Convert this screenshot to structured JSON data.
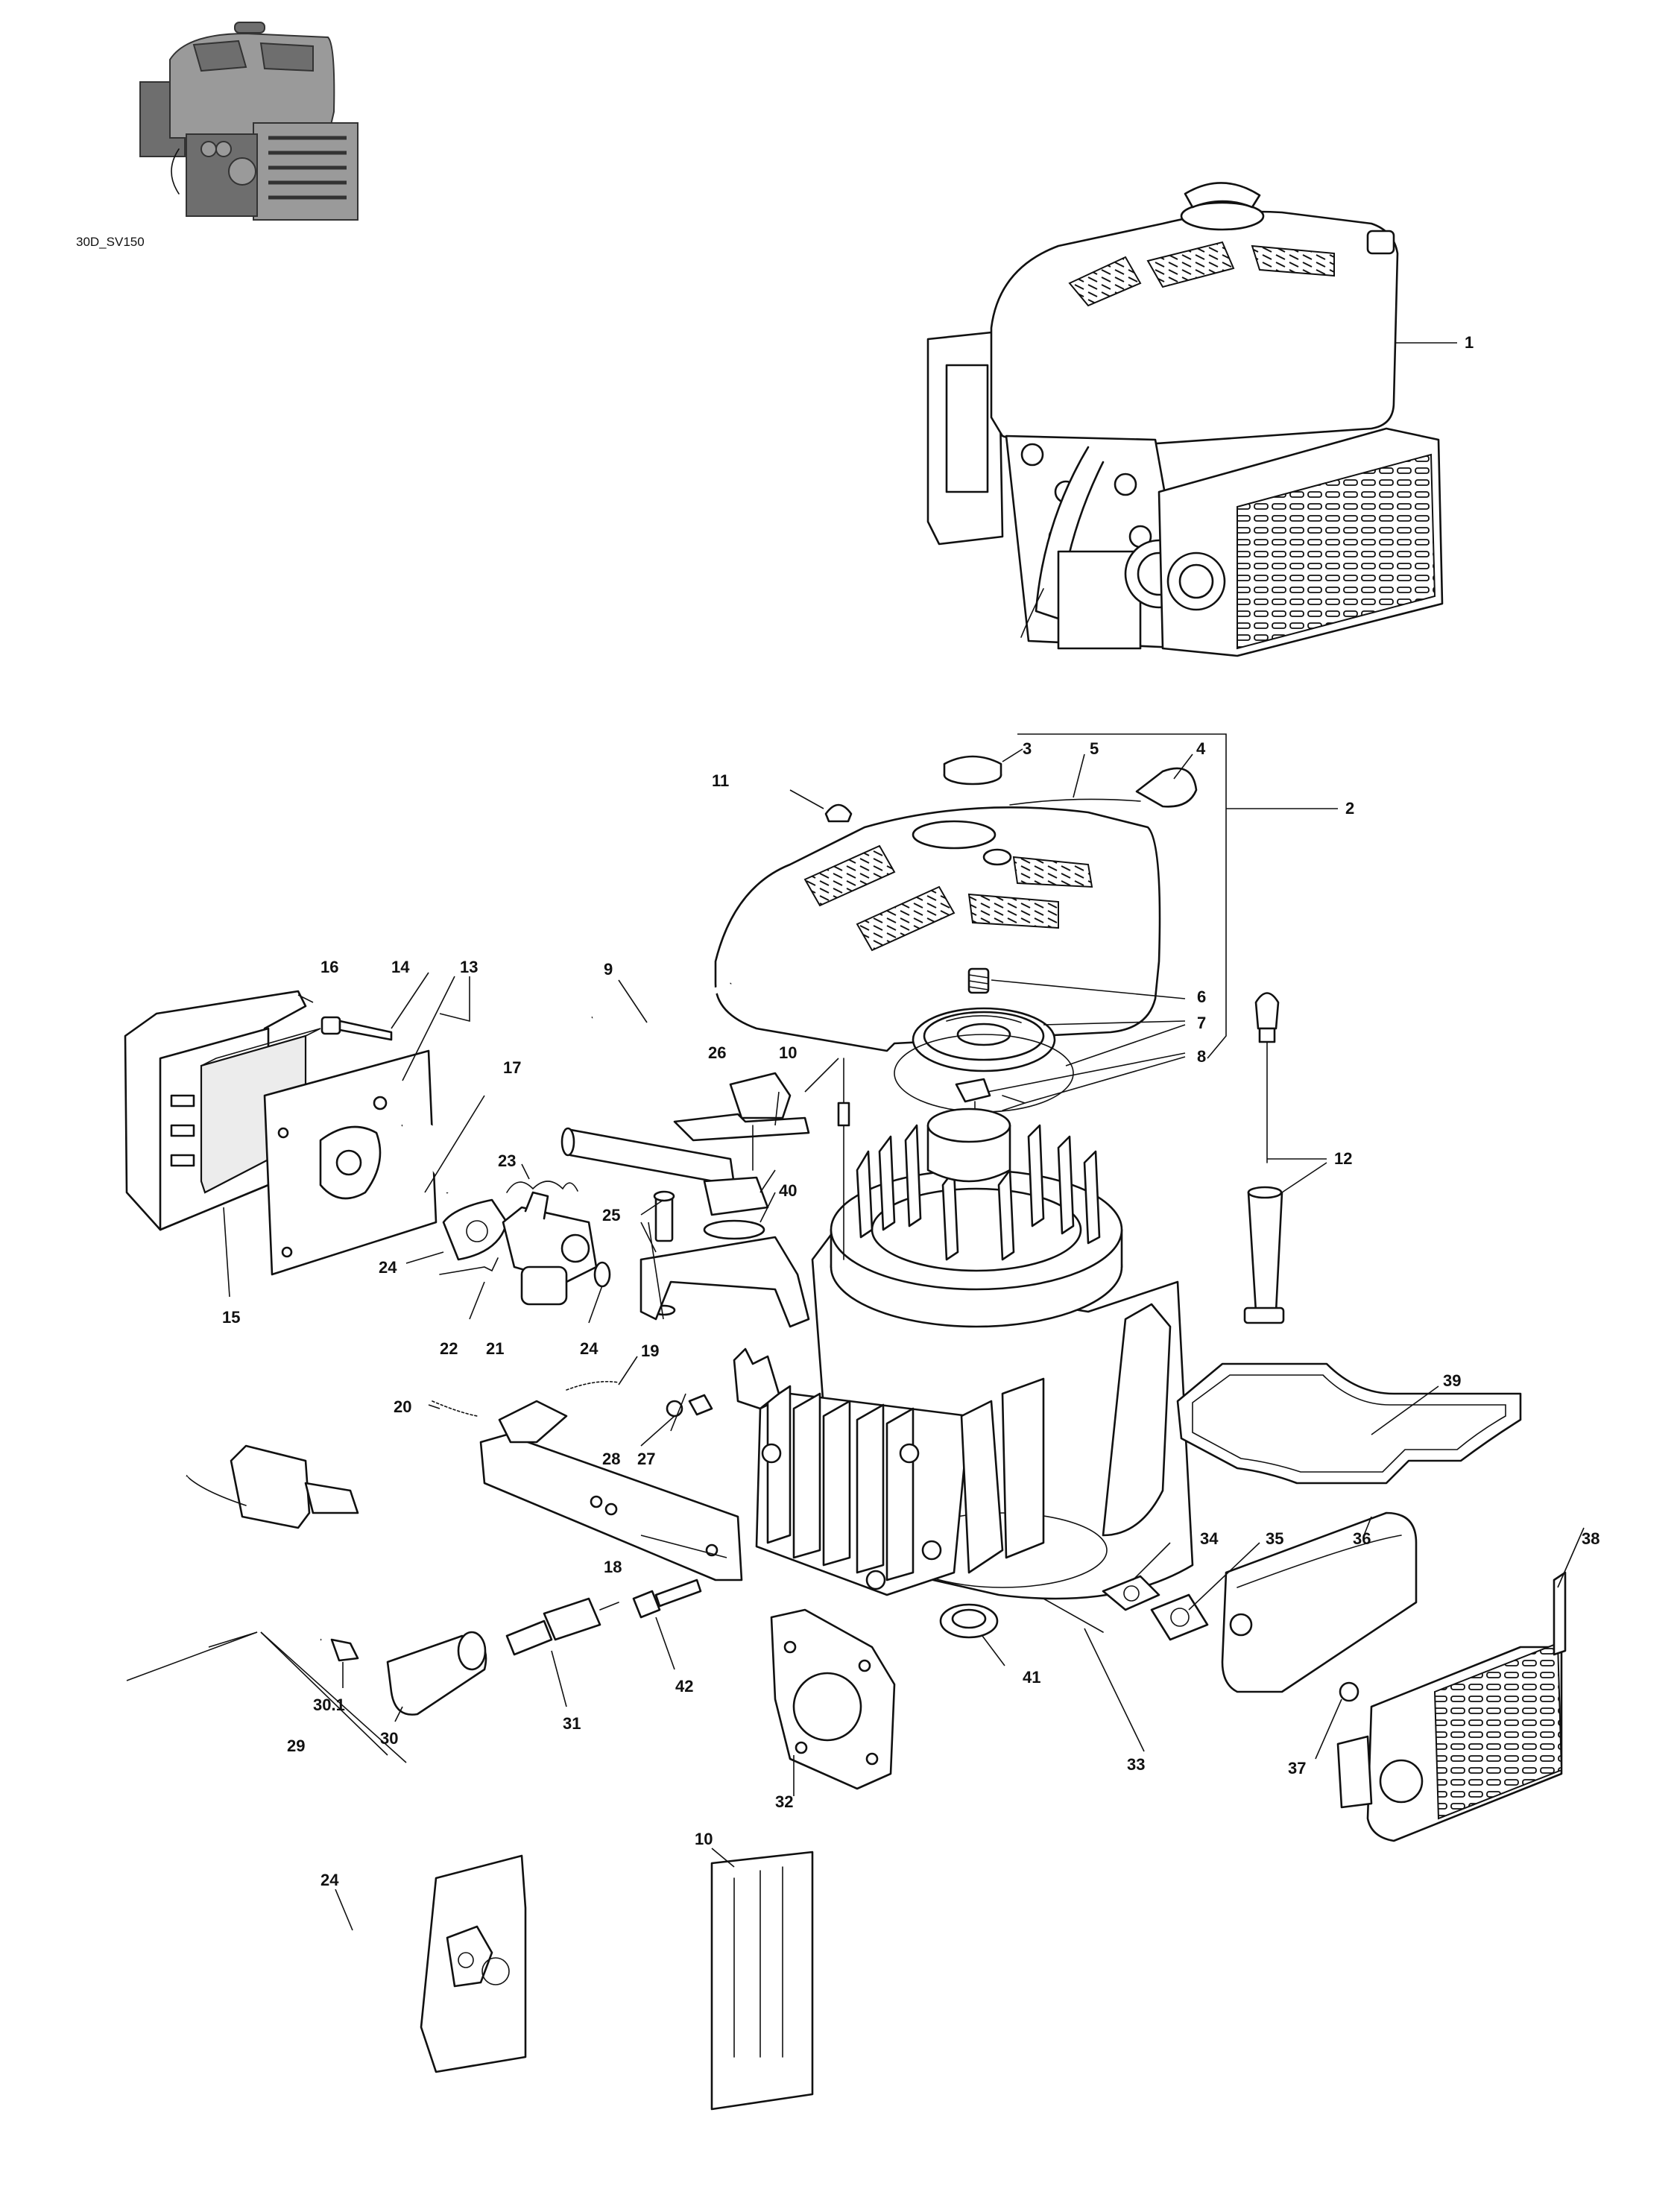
{
  "drawing": {
    "model_code": "30D_SV150",
    "callouts": [
      {
        "id": "1",
        "text": "1"
      },
      {
        "id": "2",
        "text": "2"
      },
      {
        "id": "3",
        "text": "3"
      },
      {
        "id": "4",
        "text": "4"
      },
      {
        "id": "5",
        "text": "5"
      },
      {
        "id": "6",
        "text": "6"
      },
      {
        "id": "7",
        "text": "7"
      },
      {
        "id": "8",
        "text": "8"
      },
      {
        "id": "9",
        "text": "9"
      },
      {
        "id": "10",
        "text": "10"
      },
      {
        "id": "11",
        "text": "11"
      },
      {
        "id": "12",
        "text": "12"
      },
      {
        "id": "13",
        "text": "13"
      },
      {
        "id": "14",
        "text": "14"
      },
      {
        "id": "15",
        "text": "15"
      },
      {
        "id": "16",
        "text": "16"
      },
      {
        "id": "17",
        "text": "17"
      },
      {
        "id": "18",
        "text": "18"
      },
      {
        "id": "19",
        "text": "19"
      },
      {
        "id": "20",
        "text": "20"
      },
      {
        "id": "21",
        "text": "21"
      },
      {
        "id": "22",
        "text": "22"
      },
      {
        "id": "23",
        "text": "23"
      },
      {
        "id": "24a",
        "text": "24"
      },
      {
        "id": "24b",
        "text": "24"
      },
      {
        "id": "24c",
        "text": "24"
      },
      {
        "id": "25",
        "text": "25"
      },
      {
        "id": "26",
        "text": "26"
      },
      {
        "id": "27",
        "text": "27"
      },
      {
        "id": "28",
        "text": "28"
      },
      {
        "id": "29",
        "text": "29"
      },
      {
        "id": "30",
        "text": "30"
      },
      {
        "id": "30_1",
        "text": "30.1"
      },
      {
        "id": "31",
        "text": "31"
      },
      {
        "id": "32",
        "text": "32"
      },
      {
        "id": "33",
        "text": "33"
      },
      {
        "id": "34",
        "text": "34"
      },
      {
        "id": "35",
        "text": "35"
      },
      {
        "id": "36",
        "text": "36"
      },
      {
        "id": "37",
        "text": "37"
      },
      {
        "id": "38",
        "text": "38"
      },
      {
        "id": "39",
        "text": "39"
      },
      {
        "id": "40",
        "text": "40"
      },
      {
        "id": "41",
        "text": "41"
      },
      {
        "id": "42",
        "text": "42"
      },
      {
        "id": "10b",
        "text": "10"
      }
    ]
  }
}
